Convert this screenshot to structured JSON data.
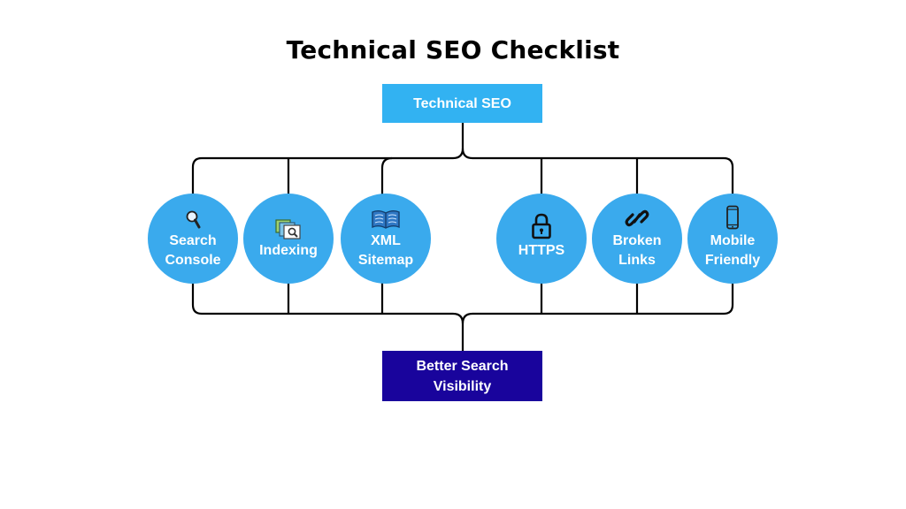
{
  "title": "Technical SEO Checklist",
  "root": {
    "label": "Technical SEO",
    "color": "#32b2f2"
  },
  "outcome": {
    "label": "Better Search\nVisibility",
    "color": "#19049c"
  },
  "node_color": "#3aaaed",
  "line_color": "#000000",
  "nodes": [
    {
      "label": "Search\nConsole",
      "icon": "magnifier-icon"
    },
    {
      "label": "Indexing",
      "icon": "image-search-icon"
    },
    {
      "label": "XML\nSitemap",
      "icon": "open-book-icon"
    },
    {
      "label": "HTTPS",
      "icon": "padlock-icon"
    },
    {
      "label": "Broken\nLinks",
      "icon": "chain-link-icon"
    },
    {
      "label": "Mobile\nFriendly",
      "icon": "smartphone-icon"
    }
  ]
}
